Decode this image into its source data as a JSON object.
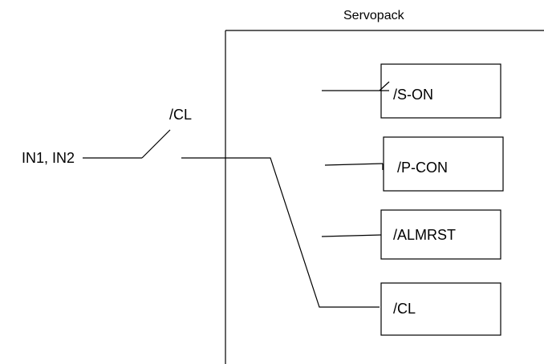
{
  "title": "Servopack",
  "input_label": "IN1, IN2",
  "switch_label": "/CL",
  "signals": [
    {
      "label": "/S-ON"
    },
    {
      "label": "/P-CON"
    },
    {
      "label": "/ALMRST"
    },
    {
      "label": "/CL"
    }
  ],
  "colors": {
    "line": "#000000",
    "background": "#ffffff"
  }
}
